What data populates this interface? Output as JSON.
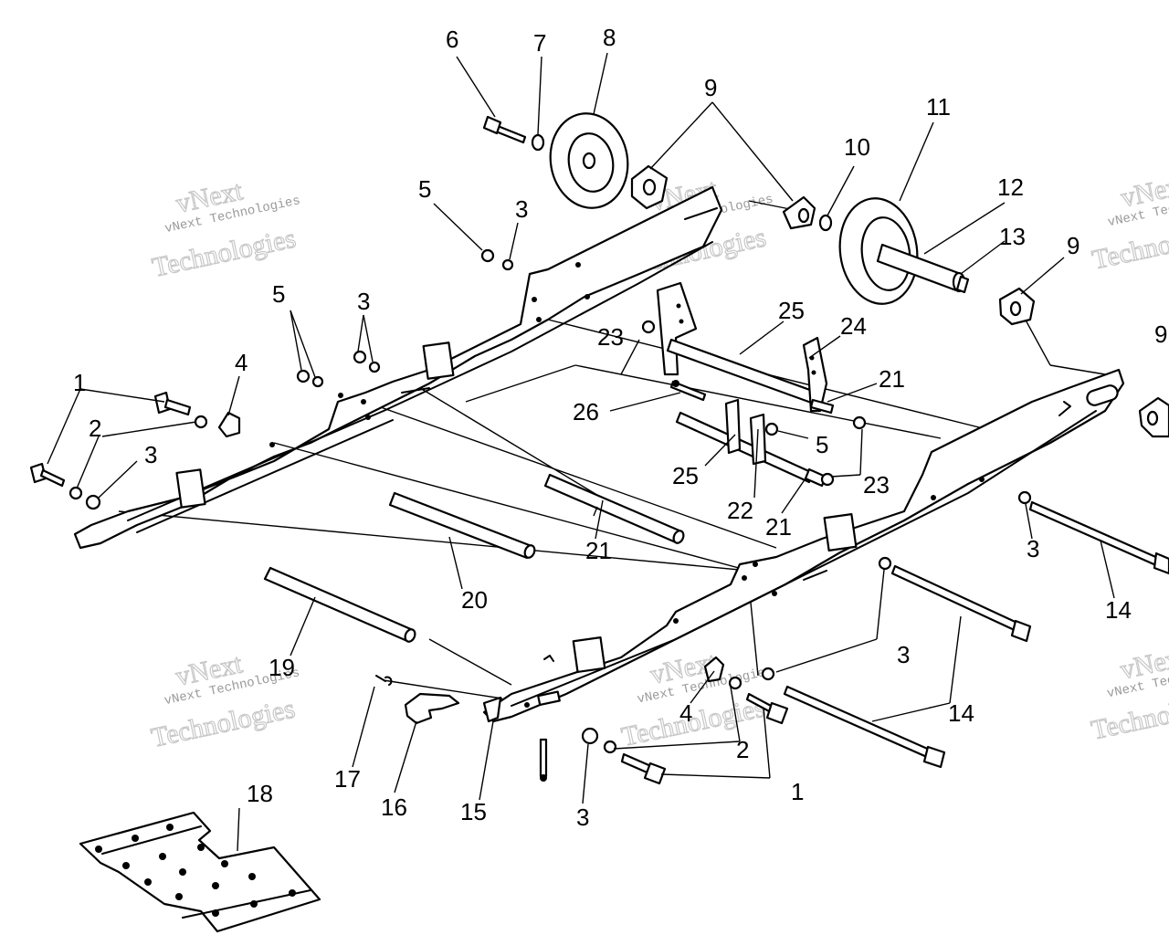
{
  "watermark": {
    "brand": "vNext",
    "line1": "vNext Technologies",
    "line2": "Technologies"
  },
  "callouts": [
    "1",
    "2",
    "3",
    "4",
    "5",
    "6",
    "7",
    "8",
    "9",
    "10",
    "11",
    "12",
    "13",
    "14",
    "15",
    "16",
    "17",
    "18",
    "19",
    "20",
    "21",
    "22",
    "23",
    "24",
    "25",
    "26"
  ],
  "labels": {
    "n1a": "1",
    "n1b": "1",
    "n2a": "2",
    "n2b": "2",
    "n3a": "3",
    "n3b": "3",
    "n3c": "3",
    "n3d": "3",
    "n3e": "3",
    "n3f": "3",
    "n4a": "4",
    "n4b": "4",
    "n5a": "5",
    "n5b": "5",
    "n5c": "5",
    "n6": "6",
    "n7": "7",
    "n8": "8",
    "n9a": "9",
    "n9b": "9",
    "n9c": "9",
    "n10": "10",
    "n11": "11",
    "n12": "12",
    "n13": "13",
    "n14a": "14",
    "n14b": "14",
    "n15": "15",
    "n16": "16",
    "n17": "17",
    "n18": "18",
    "n19": "19",
    "n20": "20",
    "n21a": "21",
    "n21b": "21",
    "n21c": "21",
    "n22": "22",
    "n23a": "23",
    "n23b": "23",
    "n24": "24",
    "n25a": "25",
    "n25b": "25",
    "n26": "26"
  }
}
